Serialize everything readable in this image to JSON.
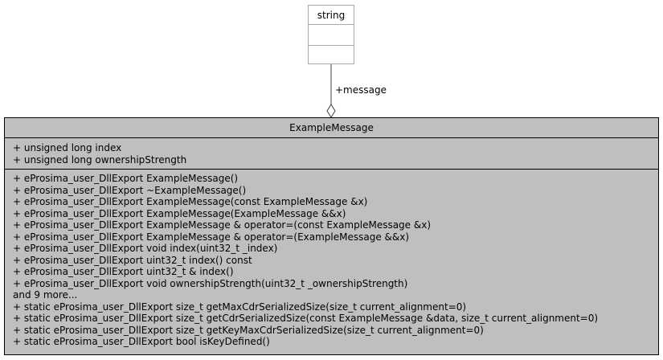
{
  "string_class": {
    "name": "string"
  },
  "association": {
    "role": "+message"
  },
  "example_message": {
    "name": "ExampleMessage",
    "attributes": [
      "+ unsigned long index",
      "+ unsigned long ownershipStrength"
    ],
    "operations": [
      "+ eProsima_user_DllExport ExampleMessage()",
      "+ eProsima_user_DllExport ~ExampleMessage()",
      "+ eProsima_user_DllExport ExampleMessage(const ExampleMessage &x)",
      "+ eProsima_user_DllExport ExampleMessage(ExampleMessage &&x)",
      "+ eProsima_user_DllExport ExampleMessage & operator=(const ExampleMessage &x)",
      "+ eProsima_user_DllExport ExampleMessage & operator=(ExampleMessage &&x)",
      "+ eProsima_user_DllExport void index(uint32_t _index)",
      "+ eProsima_user_DllExport uint32_t index() const",
      "+ eProsima_user_DllExport uint32_t & index()",
      "+ eProsima_user_DllExport void ownershipStrength(uint32_t _ownershipStrength)",
      "and 9 more...",
      "+ static eProsima_user_DllExport size_t getMaxCdrSerializedSize(size_t current_alignment=0)",
      "+ static eProsima_user_DllExport size_t getCdrSerializedSize(const ExampleMessage &data, size_t current_alignment=0)",
      "+ static eProsima_user_DllExport size_t getKeyMaxCdrSerializedSize(size_t current_alignment=0)",
      "+ static eProsima_user_DllExport bool isKeyDefined()"
    ]
  }
}
